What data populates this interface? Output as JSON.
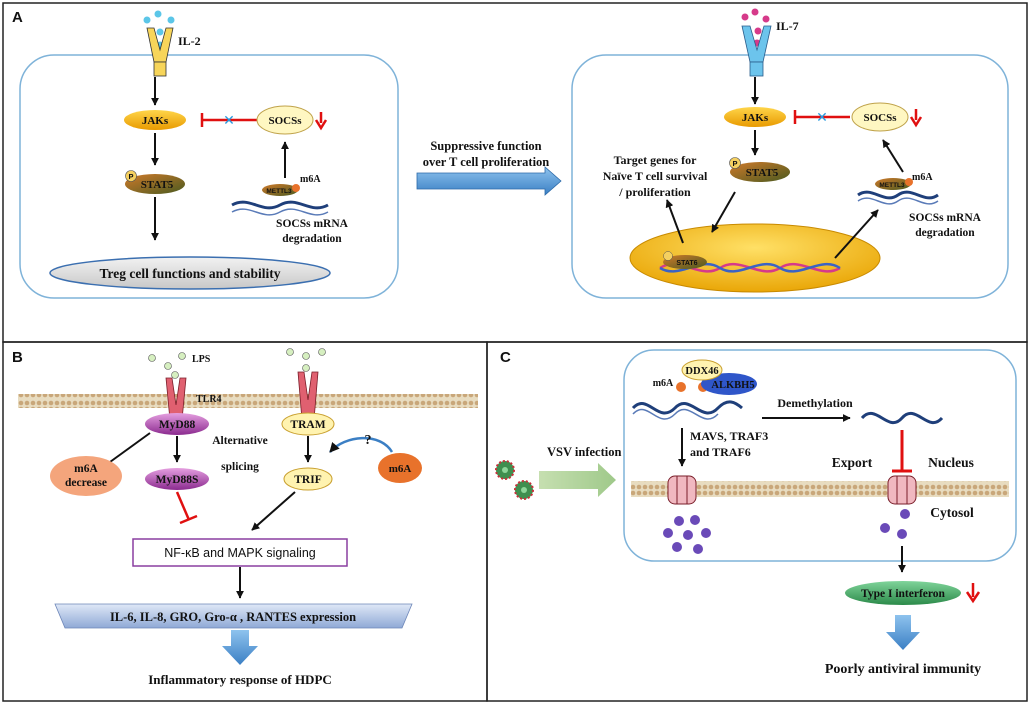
{
  "panel_a": {
    "letter": "A",
    "il2": "IL-2",
    "il7": "IL-7",
    "jaks": "JAKs",
    "socss": "SOCSs",
    "stat5": "STAT5",
    "p": "P",
    "m6a": "m6A",
    "mettl3": "METTL3",
    "socs_mrna_line1": "SOCSs mRNA",
    "socs_mrna_line2": "degradation",
    "treg": "Treg cell functions and stability",
    "suppressive_line1": "Suppressive function",
    "suppressive_line2": "over T cell proliferation",
    "target_line1": "Target genes for",
    "target_line2": "Naïve T cell survival",
    "target_line3": "/ proliferation",
    "stat6": "STAT6"
  },
  "panel_b": {
    "letter": "B",
    "lps": "LPS",
    "tlr4": "TLR4",
    "myd88": "MyD88",
    "tram": "TRAM",
    "alt_line1": "Alternative",
    "alt_line2": "splicing",
    "m6a_decrease_line1": "m6A",
    "m6a_decrease_line2": "decrease",
    "myd88s": "MyD88S",
    "trif": "TRIF",
    "m6a": "m6A",
    "question": "?",
    "nfkb": "NF-κB and MAPK signaling",
    "expression": "IL-6, IL-8, GRO, Gro-α , RANTES expression",
    "inflammatory": "Inflammatory response of HDPC"
  },
  "panel_c": {
    "letter": "C",
    "ddx46": "DDX46",
    "alkbh5": "ALKBH5",
    "m6a": "m6A",
    "demethylation": "Demethylation",
    "vsv": "VSV infection",
    "mavs_line1": "MAVS, TRAF3",
    "mavs_line2": "and TRAF6",
    "export": "Export",
    "nucleus": "Nucleus",
    "cytosol": "Cytosol",
    "type1": "Type I interferon",
    "poorly": "Poorly antiviral immunity"
  },
  "colors": {
    "cell_border": "#7fb3d9",
    "jak_orange": "#f2a900",
    "socs_yellow": "#ffe680",
    "stat_brown": "#a0522d",
    "red": "#e01010",
    "blue_arrow": "#4a90d9",
    "myd88_purple": "#9b3fa3",
    "orange_m6a": "#e8722b",
    "nucleus_gold": "#f5b800",
    "green_ifn": "#3da35d"
  }
}
